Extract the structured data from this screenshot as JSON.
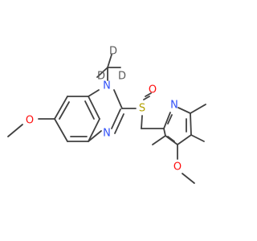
{
  "atom_labels": {
    "n1": "N",
    "n3": "N",
    "sulfur": "S",
    "sulfoxide_oxygen": "O",
    "methoxy_oxygen_left": "O",
    "pyridine_nitrogen": "N",
    "methoxy_oxygen_pyridine": "O",
    "deuterium_1": "D",
    "deuterium_2": "D",
    "deuterium_3": "D"
  },
  "colors": {
    "bond": "#404040",
    "oxygen": "#ff0d0d",
    "nitrogen": "#3050f8",
    "sulfur": "#b2a000",
    "deuterium": "#5a5a5a"
  }
}
